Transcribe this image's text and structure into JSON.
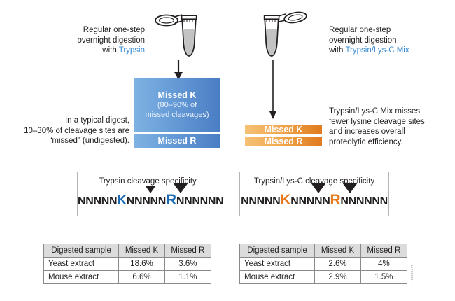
{
  "figure": {
    "watermark_code": "1170BMC"
  },
  "left": {
    "intro": {
      "line1": "Regular one-step",
      "line2": "overnight digestion",
      "line3_prefix": "with ",
      "line3_accent": "Trypsin"
    },
    "note": {
      "line1": "In a typical digest,",
      "line2": "10–30% of cleavage sites are",
      "line3": "“missed” (undigested)."
    },
    "missed_k_box": {
      "title": "Missed K",
      "subtitle_line1": "(80–90% of",
      "subtitle_line2": "missed cleavages)"
    },
    "missed_r_box": {
      "title": "Missed R"
    },
    "specificity": {
      "caption": "Trypsin cleavage specificity",
      "seq_1": "NNNNN",
      "residue_1": "K",
      "seq_2": "NNNNN",
      "residue_2": "R",
      "seq_3": "NNNNNN"
    },
    "table": {
      "headers": [
        "Digested sample",
        "Missed K",
        "Missed R"
      ],
      "rows": [
        {
          "sample": "Yeast extract",
          "missed_k": "18.6%",
          "missed_r": "3.6%"
        },
        {
          "sample": "Mouse extract",
          "missed_k": "6.6%",
          "missed_r": "1.1%"
        }
      ]
    }
  },
  "right": {
    "intro": {
      "line1": "Regular one-step",
      "line2": "overnight digestion",
      "line3_prefix": "with ",
      "line3_accent": "Trypsin/Lys-C Mix"
    },
    "note": {
      "line1": "Trypsin/Lys-C Mix misses",
      "line2": "fewer lysine cleavage sites",
      "line3": "and increases overall",
      "line4": "proteolytic efficiency."
    },
    "missed_k_box": {
      "title": "Missed K"
    },
    "missed_r_box": {
      "title": "Missed R"
    },
    "specificity": {
      "caption": "Trypsin/Lys-C cleavage specificity",
      "seq_1": "NNNNN",
      "residue_1": "K",
      "seq_2": "NNNNN",
      "residue_2": "R",
      "seq_3": "NNNNNN"
    },
    "table": {
      "headers": [
        "Digested sample",
        "Missed K",
        "Missed R"
      ],
      "rows": [
        {
          "sample": "Yeast extract",
          "missed_k": "2.6%",
          "missed_r": "4%"
        },
        {
          "sample": "Mouse extract",
          "missed_k": "2.9%",
          "missed_r": "1.5%"
        }
      ]
    }
  },
  "colors": {
    "accent_blue": "#3a8bd0",
    "residue_blue": "#1b6cb5",
    "residue_orange": "#e8791b",
    "box_blue_light": "#7eb2e2",
    "box_blue_dark": "#4a7ec4",
    "box_orange_light": "#f5c176",
    "box_orange_dark": "#e07a1f"
  }
}
